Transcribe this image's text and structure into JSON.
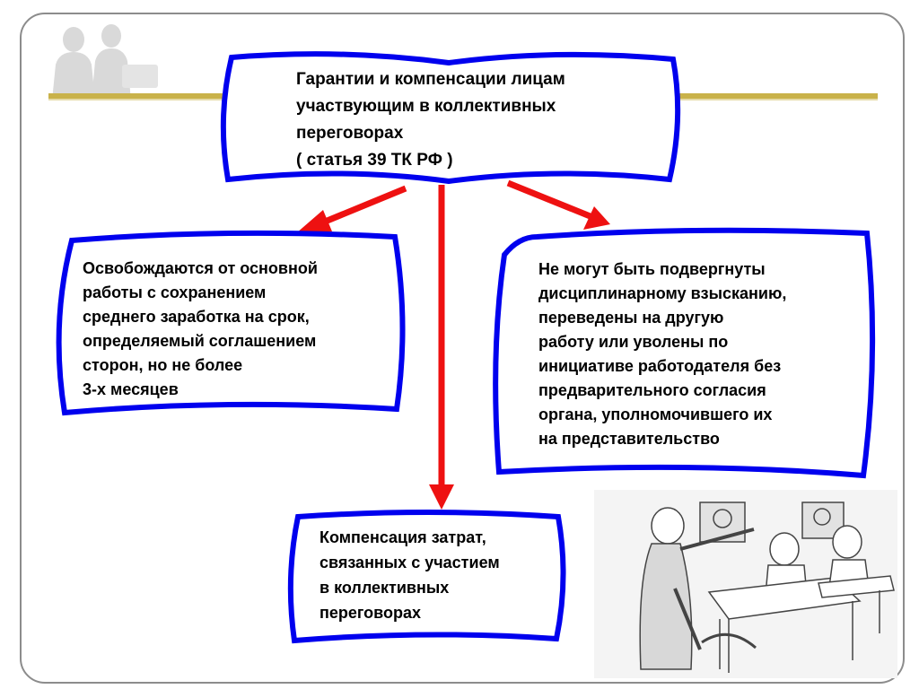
{
  "title_box": {
    "text": "Гарантии и компенсации лицам\nучаствующим в коллективных\n             переговорах\n   ( статья 39 ТК РФ )"
  },
  "left_box": {
    "text": "Освобождаются от основной\nработы с сохранением\nсреднего заработка на срок,\nопределяемый соглашением\nсторон, но не более\n3-х месяцев"
  },
  "right_box": {
    "text": "Не могут быть подвергнуты\nдисциплинарному взысканию,\nпереведены на другую\nработу или уволены по\nинициативе работодателя без\nпредварительного согласия\nоргана, уполномочившего их\nна представительство"
  },
  "bottom_box": {
    "text": "Компенсация затрат,\nсвязанных с участием\nв коллективных\nпереговорах"
  },
  "colors": {
    "box_border": "#0000ee",
    "arrow": "#ee1111",
    "rule": "#c9b24a"
  }
}
